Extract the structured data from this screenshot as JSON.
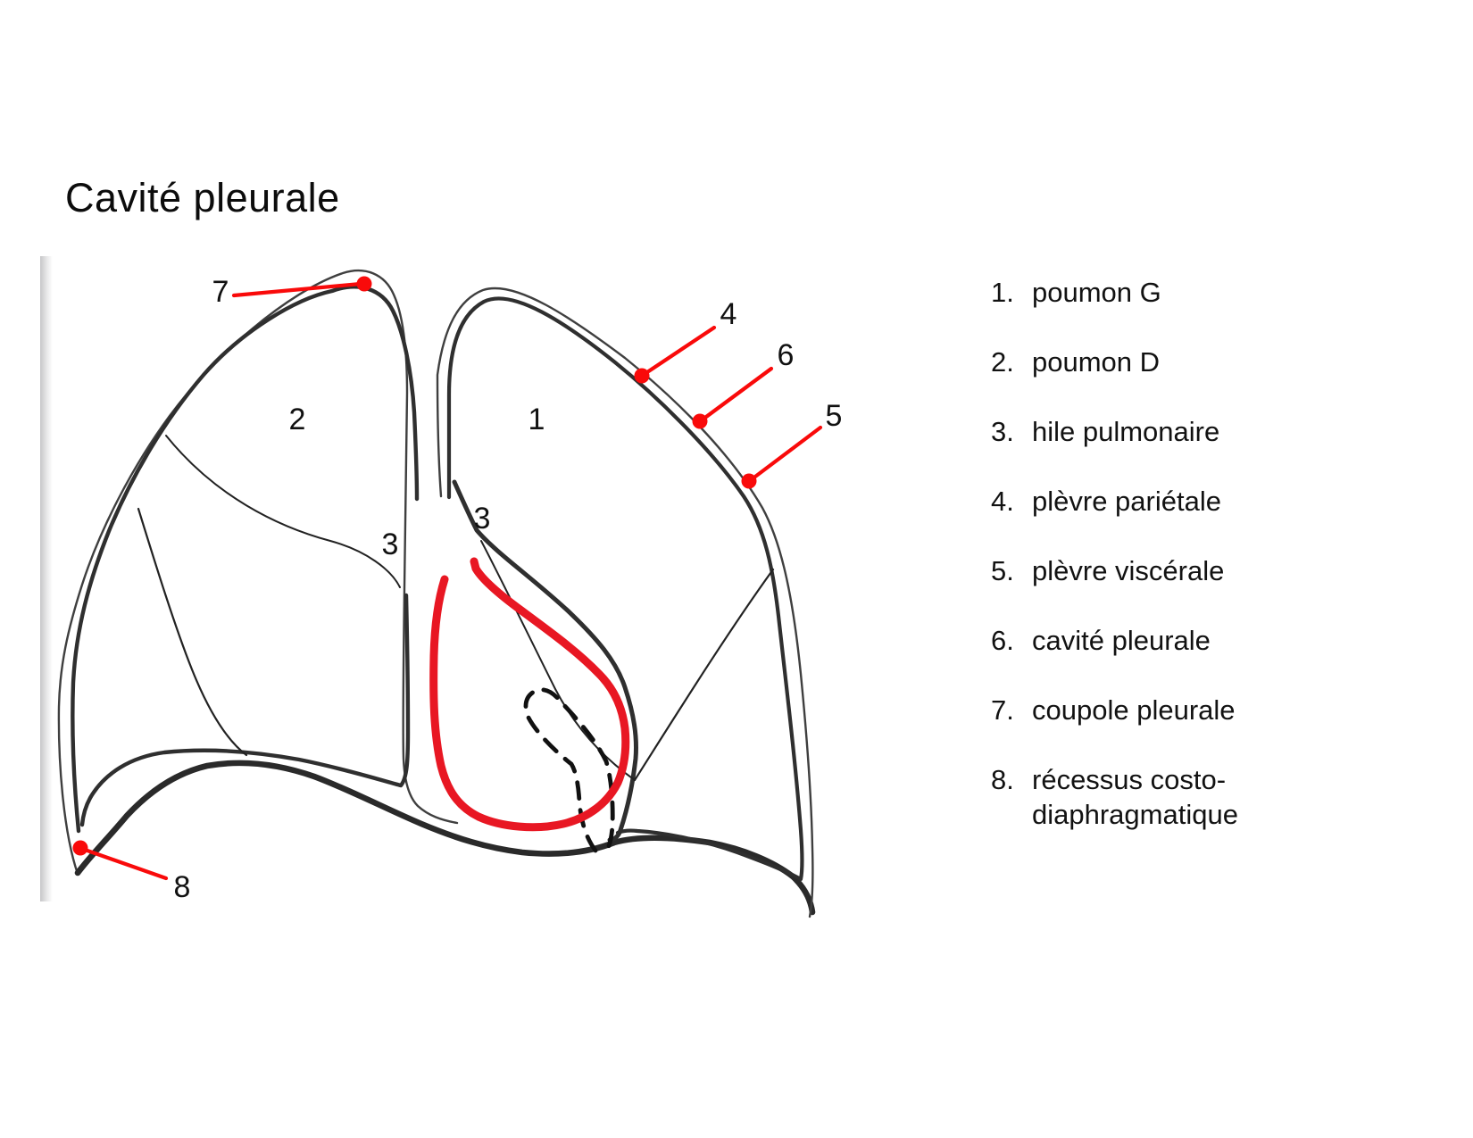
{
  "title": "Cavité pleurale",
  "legend": {
    "items": [
      {
        "num": "1.",
        "label": "poumon G"
      },
      {
        "num": "2.",
        "label": "poumon D"
      },
      {
        "num": "3.",
        "label": "hile pulmonaire"
      },
      {
        "num": "4.",
        "label": "plèvre pariétale"
      },
      {
        "num": "5.",
        "label": "plèvre viscérale"
      },
      {
        "num": "6.",
        "label": "cavité pleurale"
      },
      {
        "num": "7.",
        "label": "coupole pleurale"
      },
      {
        "num": "8.",
        "label": "récessus costo-diaphragmatique"
      }
    ]
  },
  "diagram": {
    "labels": [
      {
        "text": "1"
      },
      {
        "text": "2"
      },
      {
        "text": "3"
      },
      {
        "text": "3"
      },
      {
        "text": "4"
      },
      {
        "text": "5"
      },
      {
        "text": "6"
      },
      {
        "text": "7"
      },
      {
        "text": "8"
      }
    ]
  },
  "colors": {
    "annotation_red": "#f90a0a",
    "heart_red": "#e81723",
    "outline_dark": "#2f2f2f",
    "outline_thin": "#3f3f3f"
  }
}
